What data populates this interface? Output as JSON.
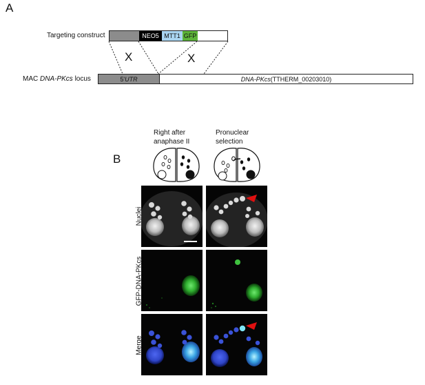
{
  "panelA": {
    "letter": "A",
    "construct_label": "Targeting construct",
    "segments": {
      "neo5": "NEO5",
      "mtt1": "MTT1",
      "gfp": "GFP"
    },
    "crossover_mark": "X",
    "locus_label_prefix": "MAC ",
    "locus_label_italic": "DNA-PKcs",
    "locus_label_suffix": " locus",
    "utr_prefix": "5'",
    "utr_italic": "UTR",
    "gene_italic": "DNA-PKcs",
    "gene_id": " (TTHERM_00203010)",
    "colors": {
      "grey": "#8c8c8c",
      "neo": "#000000",
      "mtt1": "#a9d4f0",
      "gfp": "#5cb338"
    }
  },
  "panelB": {
    "letter": "B",
    "columns": [
      {
        "line1": "Right after",
        "line2": "anaphase II"
      },
      {
        "line1": "Pronuclear",
        "line2": "selection"
      }
    ],
    "rows": [
      "Nuclei",
      "GFP-DNA-PKcs",
      "Merge"
    ],
    "colors": {
      "arrow": "#e01010",
      "gfp": "#3fc13f",
      "dapi": "#2f45c8"
    }
  }
}
